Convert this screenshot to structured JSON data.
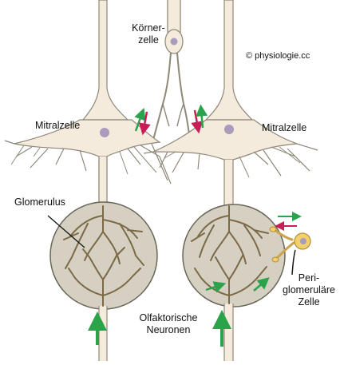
{
  "labels": {
    "koerner_line1": "Körner-",
    "koerner_line2": "zelle",
    "copyright": "© physiologie.cc",
    "mitral_left": "Mitralzelle",
    "mitral_right": "Mitralzelle",
    "glomerulus": "Glomerulus",
    "olf_line1": "Olfaktorische",
    "olf_line2": "Neuronen",
    "peri_line1": "Peri-",
    "peri_line2": "glomeruläre",
    "peri_line3": "Zelle"
  },
  "colors": {
    "cell_fill": "#f4ebdd",
    "cell_stroke": "#8f8878",
    "nucleus": "#a89bbb",
    "glomerulus_fill": "#d6d0c3",
    "glomerulus_stroke": "#6a6659",
    "dendrite": "#7b6a45",
    "arrow_green": "#2aa34a",
    "arrow_red": "#c81e57",
    "peri_cell": "#f2d06e"
  },
  "icons": {
    "excitatory_arrow": "green-arrow-icon",
    "inhibitory_arrow": "red-arrow-icon"
  }
}
